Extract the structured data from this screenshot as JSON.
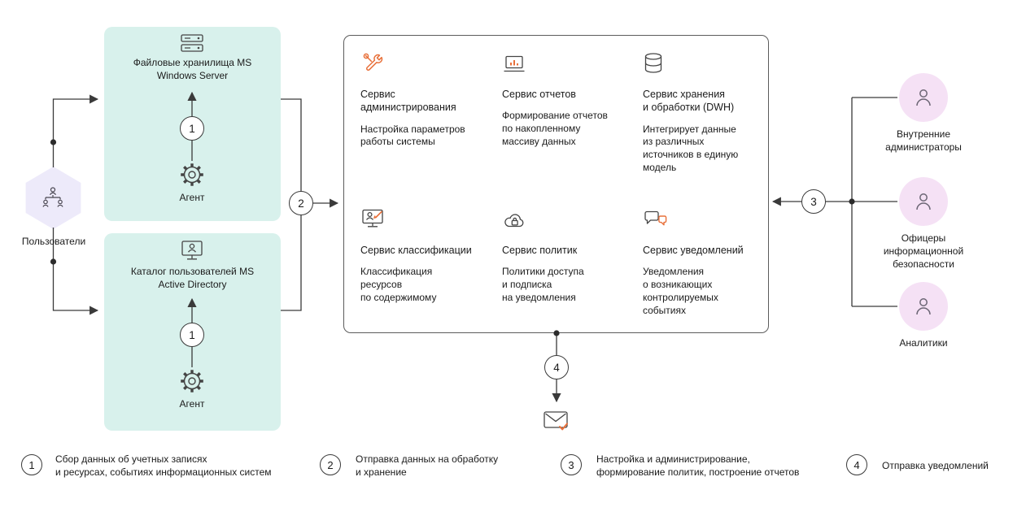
{
  "users": {
    "label": "Пользователи"
  },
  "sources": [
    {
      "title": "Файловые хранилища MS\nWindows Server",
      "step": "1",
      "agent": "Агент"
    },
    {
      "title": "Каталог пользователей MS\nActive Directory",
      "step": "1",
      "agent": "Агент"
    }
  ],
  "platform": {
    "services": [
      {
        "name": "Сервис\nадминистрирования",
        "desc": "Настройка параметров\nработы системы"
      },
      {
        "name": "Сервис отчетов",
        "desc": "Формирование отчетов\nпо накопленному\nмассиву данных"
      },
      {
        "name": "Сервис хранения\nи обработки (DWH)",
        "desc": "Интегрирует данные\nиз различных\nисточников в единую\nмодель"
      },
      {
        "name": "Сервис классификации",
        "desc": "Классификация\nресурсов\nпо содержимому"
      },
      {
        "name": "Сервис политик",
        "desc": "Политики доступа\nи подписка\nна уведомления"
      },
      {
        "name": "Сервис уведомлений",
        "desc": "Уведомления\nо возникающих\nконтролируемых\nсобытиях"
      }
    ]
  },
  "flow": {
    "step2": "2",
    "step3": "3",
    "step4": "4"
  },
  "roles": [
    {
      "label": "Внутренние\nадминистраторы"
    },
    {
      "label": "Офицеры\nинформационной\nбезопасности"
    },
    {
      "label": "Аналитики"
    }
  ],
  "legend": [
    {
      "num": "1",
      "text": "Сбор данных об учетных записях\nи ресурсах, событиях информационных систем"
    },
    {
      "num": "2",
      "text": "Отправка данных на обработку\nи хранение"
    },
    {
      "num": "3",
      "text": "Настройка и администрирование,\nформирование политик, построение отчетов"
    },
    {
      "num": "4",
      "text": "Отправка уведомлений"
    }
  ],
  "colors": {
    "accent_orange": "#e8703a",
    "source_box": "#d8f1ec",
    "users_hexagon": "#edeafa",
    "role_circle": "#f5e1f5",
    "line": "#3a3a3a"
  }
}
